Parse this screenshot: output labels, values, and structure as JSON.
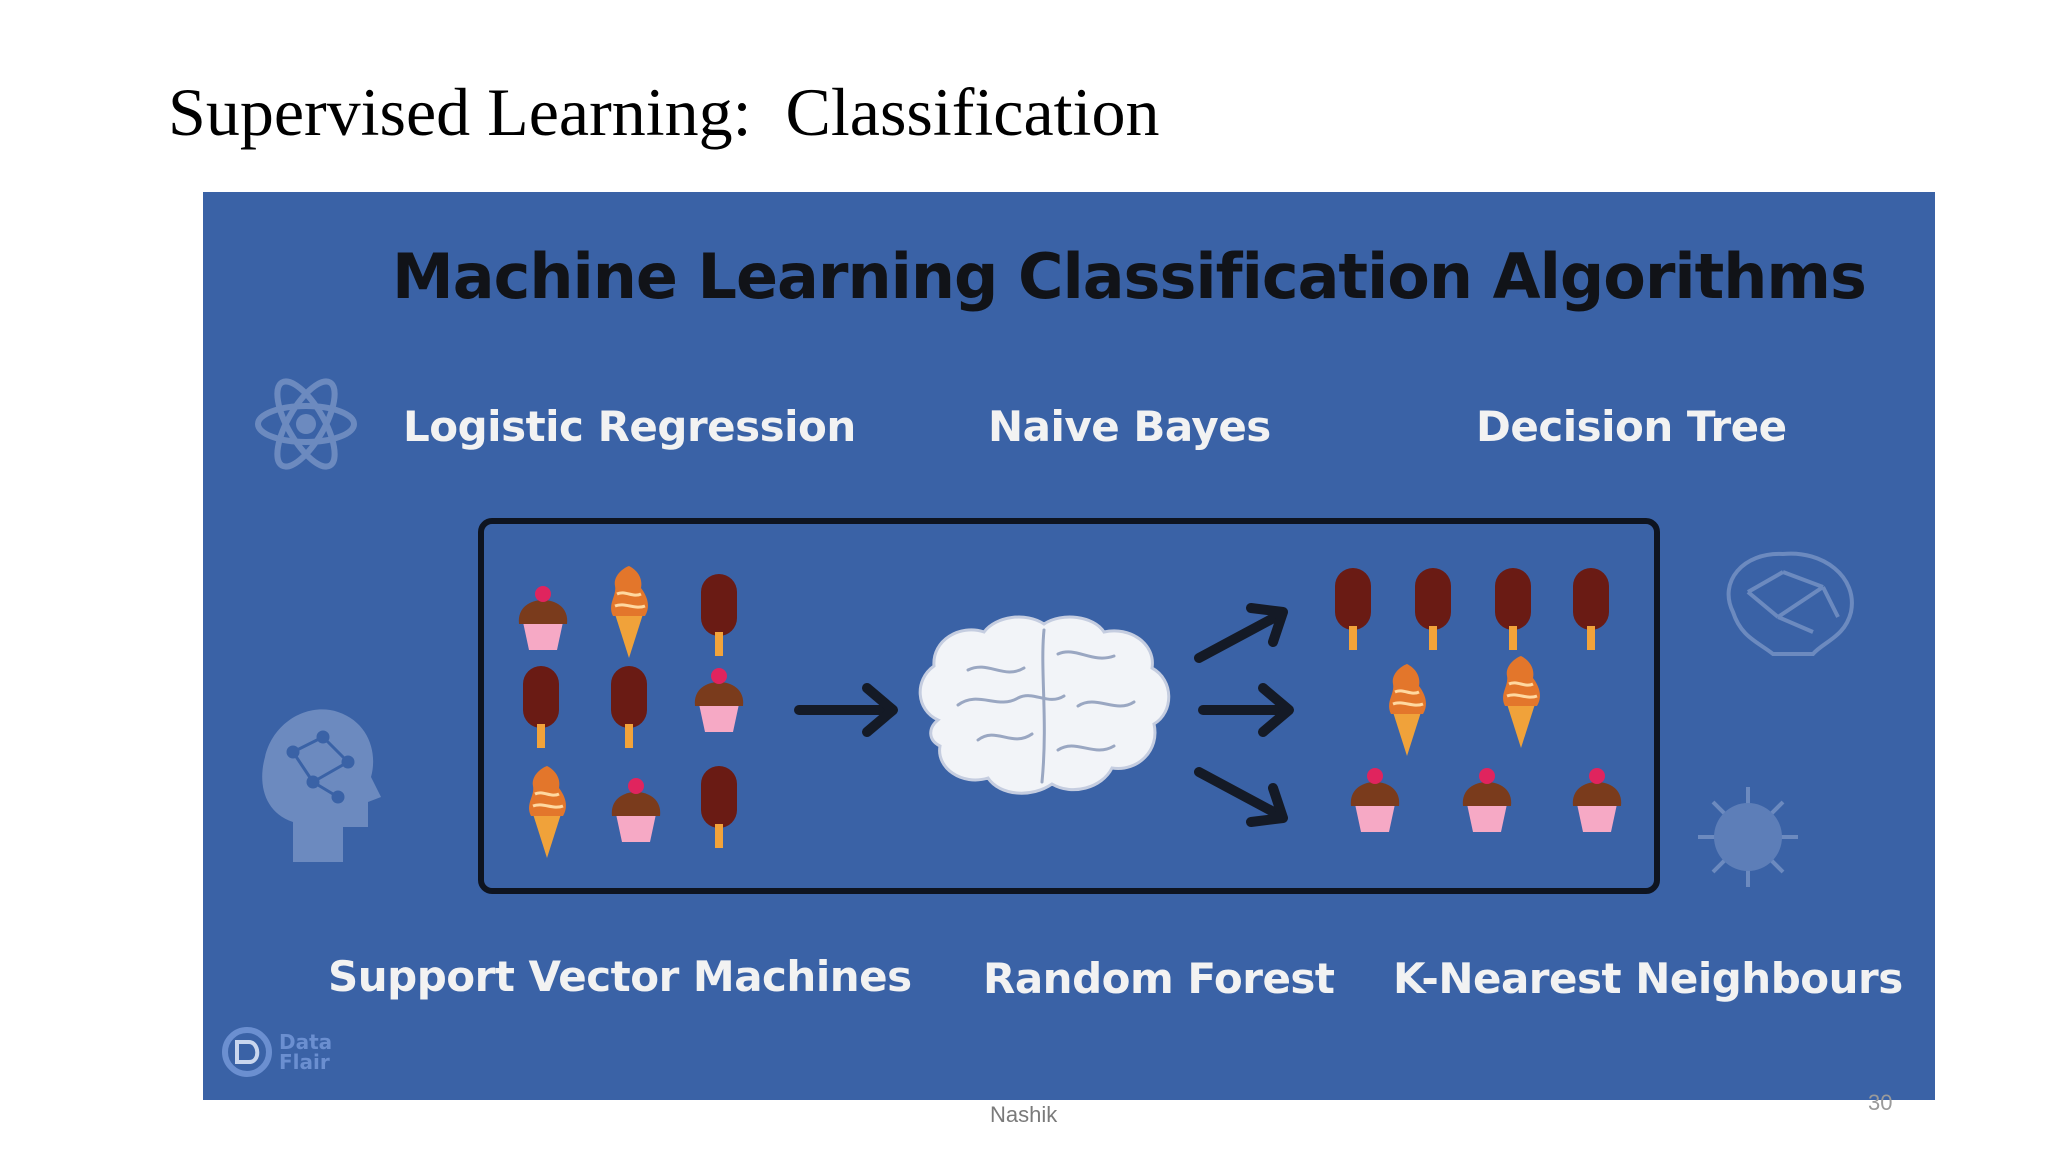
{
  "slide": {
    "title": "Supervised Learning:  Classification",
    "footer": "Nashik",
    "page_number": "30"
  },
  "infographic": {
    "heading": "Machine Learning Classification Algorithms",
    "algorithms_top": [
      "Logistic Regression",
      "Naive Bayes",
      "Decision Tree"
    ],
    "algorithms_bottom": [
      "Support Vector Machines",
      "Random Forest",
      "K-Nearest Neighbours"
    ],
    "logo_text_line1": "Data",
    "logo_text_line2": "Flair",
    "colors": {
      "background": "#3a62a6",
      "heading": "#111318",
      "label": "#f2f2f2",
      "frame": "#0e1420"
    },
    "icons": {
      "input_items": [
        "cupcake-icon",
        "ice-cream-cone-icon",
        "popsicle-icon",
        "popsicle-icon",
        "popsicle-icon",
        "cupcake-icon",
        "ice-cream-cone-icon",
        "cupcake-icon",
        "popsicle-icon"
      ],
      "output_row_1": [
        "popsicle-icon",
        "popsicle-icon",
        "popsicle-icon",
        "popsicle-icon"
      ],
      "output_row_2": [
        "ice-cream-cone-icon",
        "ice-cream-cone-icon"
      ],
      "output_row_3": [
        "cupcake-icon",
        "cupcake-icon",
        "cupcake-icon"
      ],
      "center": "brain-icon",
      "decorations": [
        "atom-icon",
        "head-network-icon",
        "brain-network-icon",
        "virus-icon"
      ]
    }
  }
}
